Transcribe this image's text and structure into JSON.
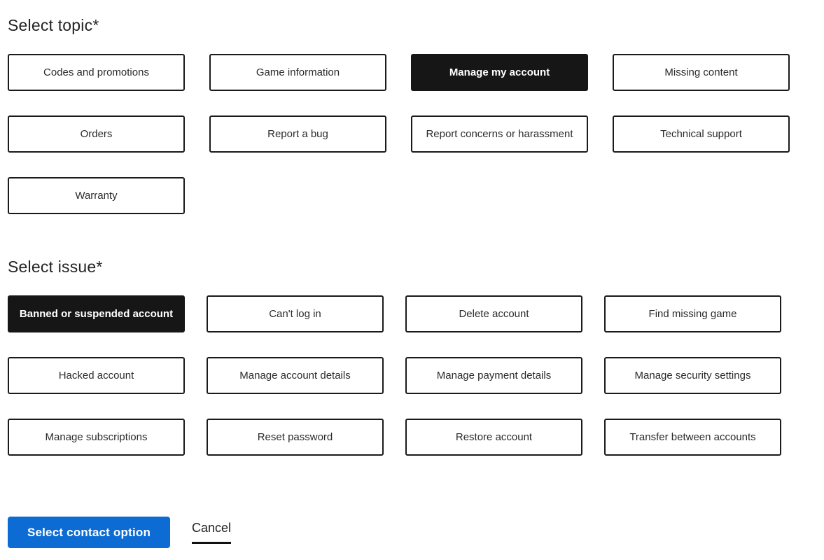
{
  "page": {
    "topic_section": {
      "heading": "Select topic",
      "required_marker": "*",
      "options": [
        {
          "label": "Codes and promotions",
          "selected": false
        },
        {
          "label": "Game information",
          "selected": false
        },
        {
          "label": "Manage my account",
          "selected": true
        },
        {
          "label": "Missing content",
          "selected": false
        },
        {
          "label": "Orders",
          "selected": false
        },
        {
          "label": "Report a bug",
          "selected": false
        },
        {
          "label": "Report concerns or harassment",
          "selected": false
        },
        {
          "label": "Technical support",
          "selected": false
        },
        {
          "label": "Warranty",
          "selected": false
        }
      ]
    },
    "issue_section": {
      "heading": "Select issue",
      "required_marker": "*",
      "options": [
        {
          "label": "Banned or suspended account",
          "selected": true
        },
        {
          "label": "Can't log in",
          "selected": false
        },
        {
          "label": "Delete account",
          "selected": false
        },
        {
          "label": "Find missing game",
          "selected": false
        },
        {
          "label": "Hacked account",
          "selected": false
        },
        {
          "label": "Manage account details",
          "selected": false
        },
        {
          "label": "Manage payment details",
          "selected": false
        },
        {
          "label": "Manage security settings",
          "selected": false
        },
        {
          "label": "Manage subscriptions",
          "selected": false
        },
        {
          "label": "Reset password",
          "selected": false
        },
        {
          "label": "Restore account",
          "selected": false
        },
        {
          "label": "Transfer between accounts",
          "selected": false
        }
      ]
    },
    "actions": {
      "submit_label": "Select contact option",
      "cancel_label": "Cancel"
    },
    "colors": {
      "accent_blue": "#0d6cd4",
      "selected_bg": "#161616",
      "border": "#1a1a1a",
      "text": "#2b2b2b"
    }
  }
}
